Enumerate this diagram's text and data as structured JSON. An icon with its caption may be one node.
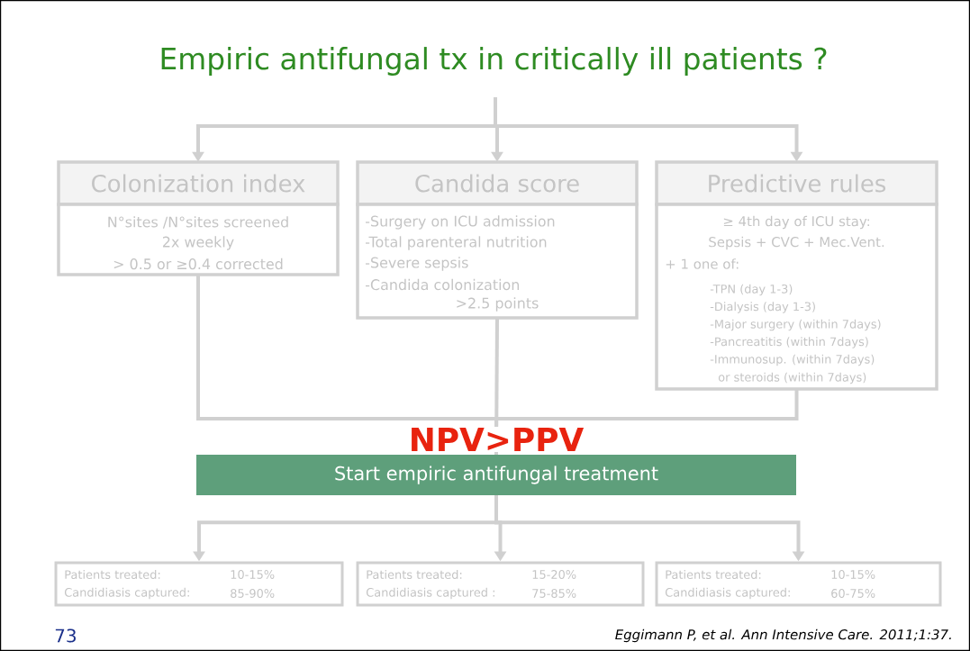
{
  "diagram": {
    "title": "Empiric antifungal tx in critically ill patients ?",
    "nodes": [
      {
        "text": [
          "Colonization index",
          "N°sites /N°sites screened",
          "2x weekly",
          "> 0.5 or ≥0.4 corrected"
        ]
      },
      {
        "text": [
          "Candida score",
          "-Surgery on ICU admission",
          "-Total parenteral nutrition",
          "-Severe sepsis",
          "-Candida colonization",
          ">2.5 points"
        ]
      },
      {
        "text": [
          "Predictive rules",
          "≥ 4th day of ICU stay:",
          "Sepsis + CVC + Mec.Vent.",
          "+ 1 one of:",
          "-TPN (day 1-3)",
          "-Dialysis (day 1-3)",
          "-Major surgery (within 7days)",
          "-Pancreatitis (within 7days)",
          "-Immunosup. (within 7days)",
          "or steroids (within 7days)"
        ]
      },
      {
        "text": [
          "Start empiric antifungal treatment"
        ]
      },
      {
        "text": [
          "Patients treated:",
          "10-15%",
          "Candidiasis captured:",
          "85-90%"
        ]
      },
      {
        "text": [
          "Patients treated:",
          "15-20%",
          "Candidiasis captured :",
          "75-85%"
        ]
      },
      {
        "text": [
          "Patients treated:",
          "10-15%",
          "Candidiasis captured:",
          "60-75%"
        ]
      }
    ],
    "edges": [
      {
        "from": null,
        "to": 0,
        "arrow": "to"
      },
      {
        "from": null,
        "to": 1,
        "arrow": "to"
      },
      {
        "from": null,
        "to": 2,
        "arrow": "to"
      },
      {
        "from": 0,
        "to": 3,
        "arrow": "none"
      },
      {
        "from": 1,
        "to": 3,
        "arrow": "none"
      },
      {
        "from": 2,
        "to": 3,
        "arrow": "none"
      },
      {
        "from": 3,
        "to": 4,
        "arrow": "to"
      },
      {
        "from": 3,
        "to": 5,
        "arrow": "to"
      },
      {
        "from": 3,
        "to": 6,
        "arrow": "to"
      }
    ],
    "labels": [
      "NPV>PPV",
      "73",
      "Eggimann P, et al. Ann Intensive Care. 2011;1:37."
    ]
  }
}
